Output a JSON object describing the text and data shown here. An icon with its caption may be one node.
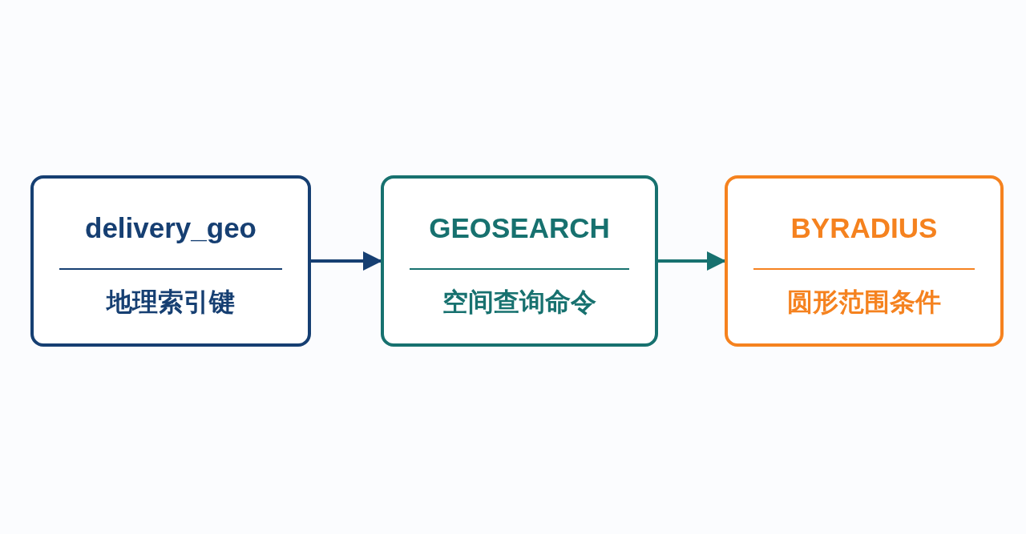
{
  "diagram": {
    "nodes": [
      {
        "text": [
          "delivery_geo",
          "地理索引键"
        ]
      },
      {
        "text": [
          "GEOSEARCH",
          "空间查询命令"
        ]
      },
      {
        "text": [
          "BYRADIUS",
          "圆形范围条件"
        ]
      }
    ],
    "edges": [
      {
        "from": 0,
        "to": 1,
        "arrow": "to",
        "color": "#163f72"
      },
      {
        "from": 1,
        "to": 2,
        "arrow": "to",
        "color": "#17716f"
      }
    ]
  }
}
